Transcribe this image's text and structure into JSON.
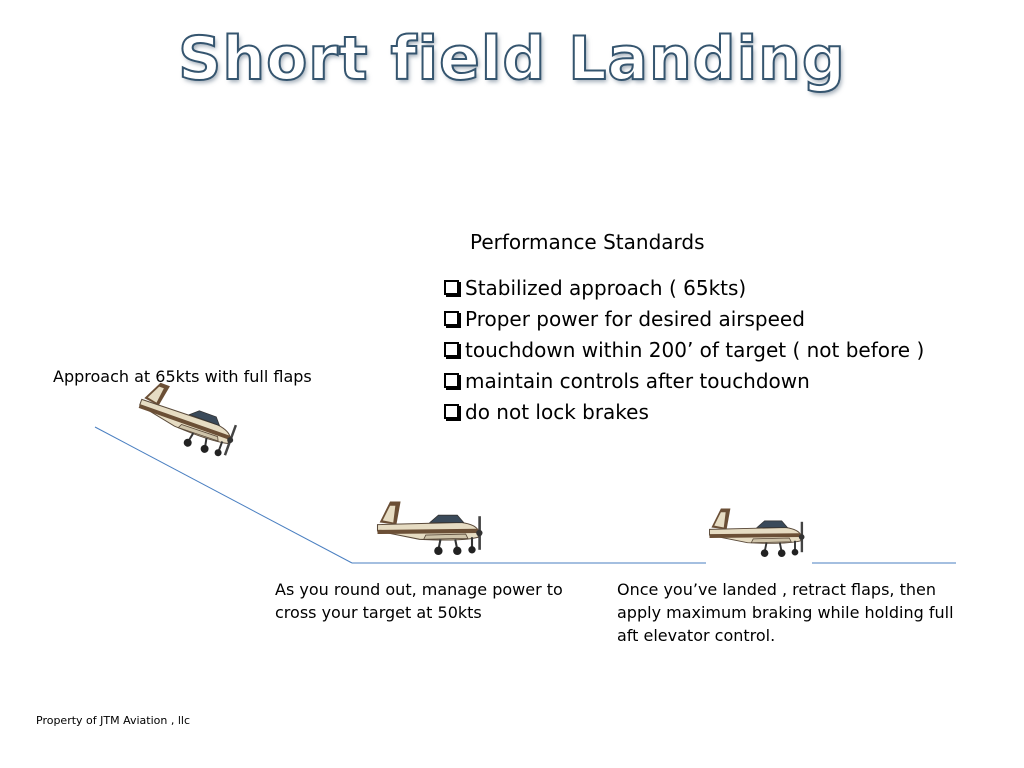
{
  "slide": {
    "title": "Short field Landing",
    "performance": {
      "heading": "Performance Standards",
      "items": [
        "Stabilized approach ( 65kts)",
        "Proper power for desired airspeed",
        "touchdown within 200’ of target ( not before )",
        "maintain controls after touchdown",
        "do not lock brakes"
      ]
    },
    "captions": {
      "approach": "Approach at 65kts with full flaps",
      "roundout": "As you round out, manage power to cross your target at 50kts",
      "landed": "Once you’ve landed , retract flaps, then apply maximum braking while holding full aft elevator control."
    },
    "footer": "Property of JTM Aviation , llc",
    "icons": {
      "airplane": "airplane-icon",
      "checkbox": "checkbox-icon"
    },
    "colors": {
      "title_outline": "#35556f",
      "flight_path": "#4a7fc1",
      "airplane_body": "#e6dcc3",
      "airplane_stripe": "#6b4f36"
    }
  }
}
